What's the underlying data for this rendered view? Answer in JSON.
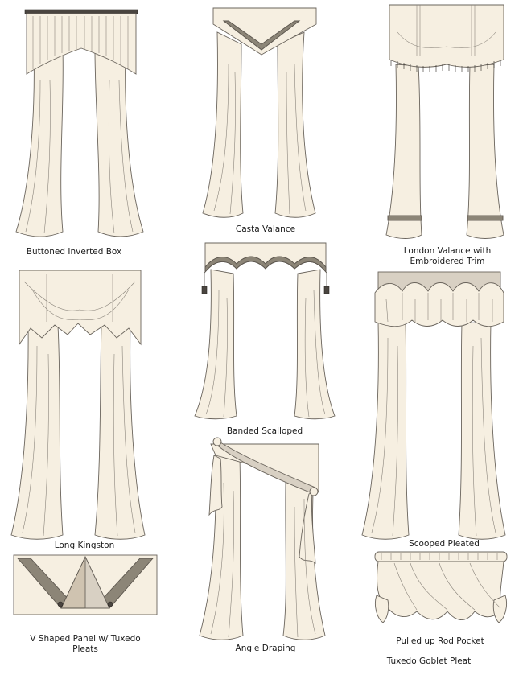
{
  "captions": {
    "buttoned_inverted_box": "Buttoned Inverted Box",
    "casta_valance": "Casta Valance",
    "london_valance_line1": "London Valance with",
    "london_valance_line2": "Embroidered Trim",
    "long_kingston": "Long Kingston",
    "banded_scalloped": "Banded Scalloped",
    "scooped_pleated": "Scooped Pleated",
    "v_shaped_line1": "V Shaped Panel w/ Tuxedo",
    "v_shaped_line2": "Pleats",
    "angle_draping": "Angle Draping",
    "pulled_up_rod_pocket": "Pulled up Rod Pocket",
    "tuxedo_goblet_pleat": "Tuxedo Goblet Pleat"
  },
  "colors": {
    "fabric": "#f6efe1",
    "outline": "#6a645c",
    "shade": "#d8d0c3",
    "hardware": "#4a4540"
  }
}
